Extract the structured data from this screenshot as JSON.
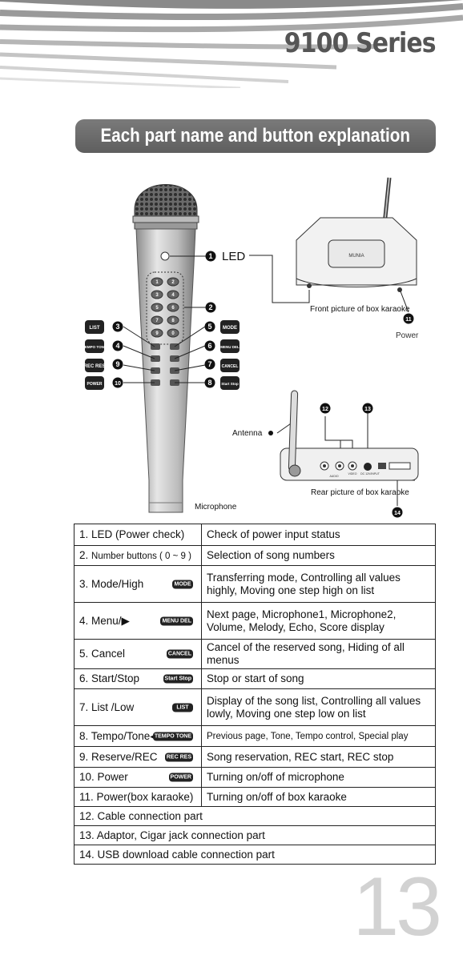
{
  "header": {
    "series_title": "9100 Series",
    "banner_title": "Each part name and button explanation"
  },
  "figure": {
    "led_label": "LED",
    "front_caption": "Front picture of box karaoke",
    "power_label": "Power",
    "antenna_label": "Antenna",
    "rear_caption": "Rear picture of box karaoke",
    "microphone_label": "Microphone",
    "callouts": [
      "1",
      "2",
      "3",
      "4",
      "5",
      "6",
      "7",
      "8",
      "9",
      "10",
      "11",
      "12",
      "13",
      "14"
    ],
    "mic_keys": [
      "1",
      "2",
      "3",
      "4",
      "5",
      "6",
      "7",
      "8",
      "9",
      "0"
    ],
    "left_buttons": [
      "LIST",
      "TEMPO TONE",
      "REC RES",
      "POWER"
    ],
    "right_buttons": [
      "MODE",
      "MENU DEL",
      "CANCEL",
      "Start Stop"
    ],
    "box_brand": "MUNIA",
    "rear_ports": [
      "AUDIO",
      "VIDEO",
      "DC 12V/INPUT"
    ]
  },
  "table": {
    "rows": [
      {
        "name": "1. LED (Power check)",
        "desc": "Check of power input status"
      },
      {
        "name_prefix": "2. ",
        "name": "Number buttons ( 0 ~ 9 )",
        "desc": "Selection of song numbers"
      },
      {
        "name": "3. Mode/High",
        "icon": "MODE",
        "desc": "Transferring mode, Controlling all values highly, Moving one step high on list"
      },
      {
        "name": "4. Menu/▶",
        "icon": "MENU DEL",
        "desc": "Next page,  Microphone1, Microphone2, Volume, Melody, Echo, Score display"
      },
      {
        "name": "5. Cancel",
        "icon": "CANCEL",
        "desc": "Cancel of the reserved song, Hiding of all menus"
      },
      {
        "name": "6. Start/Stop",
        "icon": "Start Stop",
        "desc": "Stop or start of song"
      },
      {
        "name": "7. List /Low",
        "icon": "LIST",
        "desc": "Display of the song list, Controlling all values lowly, Moving one step low on list"
      },
      {
        "name": "8. Tempo/Tone◀",
        "icon": "TEMPO TONE",
        "desc": "Previous page, Tone, Tempo control, Special play"
      },
      {
        "name": "9. Reserve/REC",
        "icon": "REC RES",
        "desc": "Song reservation, REC start, REC stop"
      },
      {
        "name": "10. Power",
        "icon": "POWER",
        "desc": "Turning on/off of microphone"
      },
      {
        "name": "11. Power(box karaoke)",
        "desc": "Turning on/off of box karaoke"
      }
    ],
    "full_rows": [
      "12. Cable connection part",
      "13. Adaptor, Cigar jack connection part",
      "14. USB download cable connection part"
    ]
  },
  "page_number": "13"
}
